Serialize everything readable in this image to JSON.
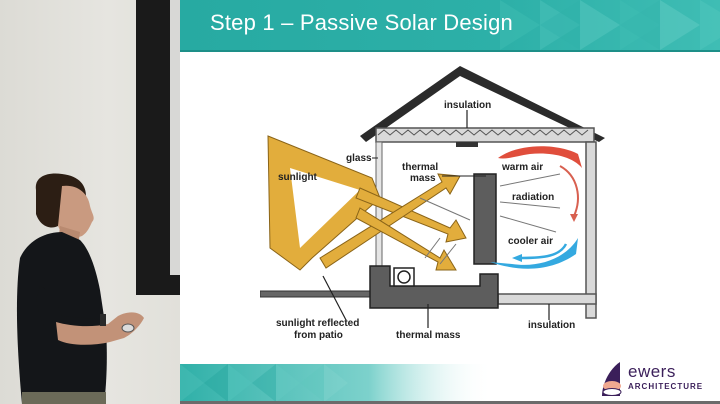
{
  "slide": {
    "title": "Step 1 – Passive Solar Design",
    "accent_color": "#2aada5",
    "diagram": {
      "labels": {
        "insulation_top": "insulation",
        "glass": "glass",
        "thermal_mass_upper_line1": "thermal",
        "thermal_mass_upper_line2": "mass",
        "warm_air": "warm air",
        "radiation": "radiation",
        "cooler_air": "cooler air",
        "sunlight": "sunlight",
        "sunlight_reflected_line1": "sunlight reflected",
        "sunlight_reflected_line2": "from patio",
        "thermal_mass_bottom": "thermal mass",
        "insulation_bottom": "insulation"
      },
      "colors": {
        "sunlight": "#e2ad3c",
        "warm_air": "#e04e3c",
        "cooler_air": "#34a9e0",
        "thermal_mass": "#5d5d5d",
        "roof": "#2b2b2b"
      }
    },
    "logo": {
      "name": "ewers",
      "subtitle": "ARCHITECTURE",
      "primary_color": "#3b1f5a",
      "secondary_color": "#f0a890"
    }
  },
  "video": {
    "presenter_description": "presenter in black shirt",
    "wall_color": "#e2e1dc"
  }
}
